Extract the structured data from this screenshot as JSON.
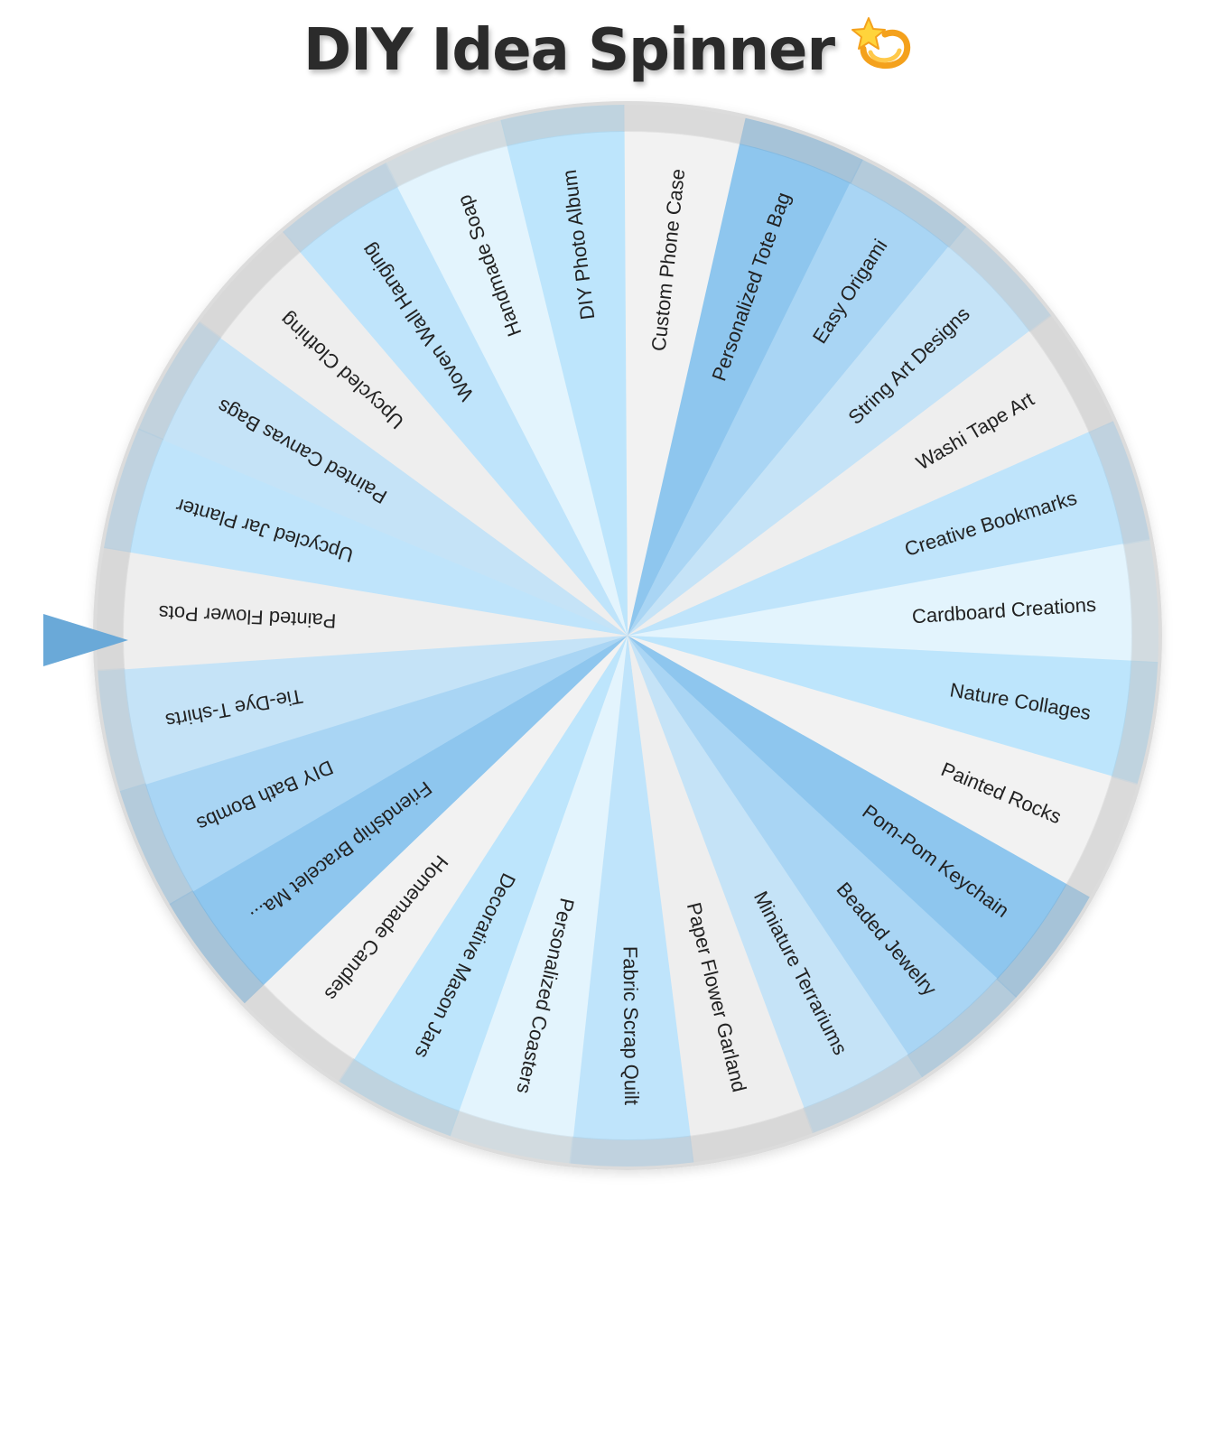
{
  "title": "DIY Idea Spinner",
  "title_emoji": "dizzy-star-icon",
  "wheel": {
    "segments": [
      {
        "label": "Custom Phone Case",
        "color": "#f2f2f2"
      },
      {
        "label": "Personalized Tote Bag",
        "color": "#8ec6ee"
      },
      {
        "label": "Easy Origami",
        "color": "#a9d5f4"
      },
      {
        "label": "String Art Designs",
        "color": "#c5e3f7"
      },
      {
        "label": "Washi Tape Art",
        "color": "#eeeeee"
      },
      {
        "label": "Creative Bookmarks",
        "color": "#bfe4fb"
      },
      {
        "label": "Cardboard Creations",
        "color": "#e3f4fd"
      },
      {
        "label": "Nature Collages",
        "color": "#bde5fc"
      },
      {
        "label": "Painted Rocks",
        "color": "#f2f2f2"
      },
      {
        "label": "Pom-Pom Keychain",
        "color": "#8ec6ee"
      },
      {
        "label": "Beaded Jewelry",
        "color": "#a9d5f4"
      },
      {
        "label": "Miniature Terrariums",
        "color": "#c5e3f7"
      },
      {
        "label": "Paper Flower Garland",
        "color": "#eeeeee"
      },
      {
        "label": "Fabric Scrap Quilt",
        "color": "#bfe4fb"
      },
      {
        "label": "Personalized Coasters",
        "color": "#e3f4fd"
      },
      {
        "label": "Decorative Mason Jars",
        "color": "#bde5fc"
      },
      {
        "label": "Homemade Candles",
        "color": "#f2f2f2"
      },
      {
        "label": "Friendship Bracelet Ma...",
        "color": "#8ec6ee"
      },
      {
        "label": "DIY Bath Bombs",
        "color": "#a9d5f4"
      },
      {
        "label": "Tie-Dye T-shirts",
        "color": "#c5e3f7"
      },
      {
        "label": "Painted Flower Pots",
        "color": "#eeeeee"
      },
      {
        "label": "Upcycled Jar Planter",
        "color": "#bfe4fb"
      },
      {
        "label": "Painted Canvas Bags",
        "color": "#c5e3f7"
      },
      {
        "label": "Upcycled Clothing",
        "color": "#eeeeee"
      },
      {
        "label": "Woven Wall Hanging",
        "color": "#bfe4fb"
      },
      {
        "label": "Handmade Soap",
        "color": "#e3f4fd"
      },
      {
        "label": "DIY Photo Album",
        "color": "#bde5fc"
      }
    ],
    "pointer_color": "#6aa9d8",
    "rim_color": "#dcdcdc"
  }
}
